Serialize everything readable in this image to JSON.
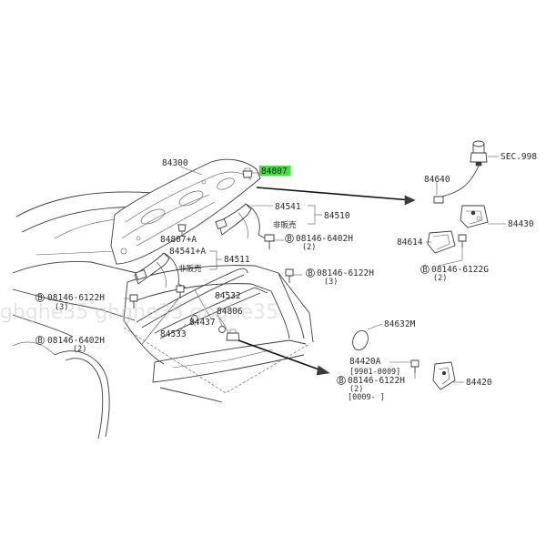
{
  "parts": {
    "p84300": "84300",
    "p84807": "84807",
    "p84807a": "84807+A",
    "p84541": "84541",
    "p84541a": "84541+A",
    "p84510": "84510",
    "p84511": "84511",
    "hihanbai1": "非販売",
    "hihanbai2": "非販売",
    "bolt_6402_top": "08146-6402H",
    "bolt_6402_top_qty": "(2)",
    "bolt_6122_mid": "08146-6122H",
    "bolt_6122_mid_qty": "(3)",
    "bolt_6122_left": "08146-6122H",
    "bolt_6122_left_qty": "(3)",
    "bolt_6402_left": "08146-6402H",
    "bolt_6402_left_qty": "(2)",
    "p84532": "84532",
    "p84806": "84806",
    "p84437": "84437",
    "p84533": "84533",
    "p84632m": "84632M",
    "p84420a": "84420A",
    "p84420a_range": "[9901-0009]",
    "bolt_6122_right": "08146-6122H",
    "bolt_6122_right_qty": "(2)",
    "p84420a_range2": "[0009-      ]",
    "p84420": "84420",
    "sec998": "SEC.998",
    "p84640": "84640",
    "p84430": "84430",
    "p84614": "84614",
    "bolt_6122g": "08146-6122G",
    "bolt_6122g_qty": "(2)",
    "bolt_prefix": "B"
  },
  "watermark": {
    "text": "ghghe35  ghghe35  ghghe35"
  },
  "colors": {
    "highlight": "#39e639",
    "line": "#3c3c3c"
  },
  "highlighted_part": "84807"
}
